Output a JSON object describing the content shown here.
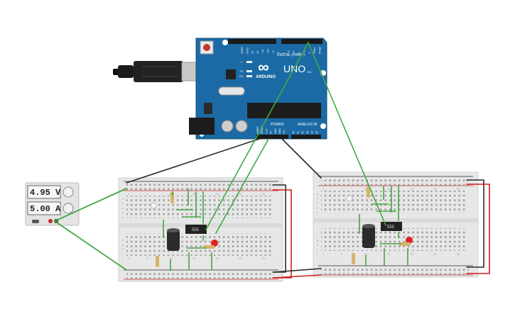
{
  "power_supply": {
    "voltage": "4.95 V",
    "current": "5.00 A"
  },
  "arduino": {
    "brand": "ARDUINO",
    "model": "UNO",
    "digital_header": "DIGITAL (PWM~)",
    "power_header": "POWER",
    "analog_header": "ANALOG IN",
    "on_label": "ON",
    "tx_label": "TX",
    "rx_label": "RX",
    "l_label": "L",
    "infinity": "∞",
    "digital_pins": [
      "AREF",
      "GND",
      "13",
      "12",
      "~11",
      "~10",
      "~9",
      "8",
      "7",
      "~6",
      "~5",
      "4",
      "~3",
      "2",
      "TX▸1",
      "RX◂0"
    ],
    "power_pins": [
      "IOREF",
      "RESET",
      "3.3V",
      "5V",
      "GND",
      "GND",
      "Vin"
    ],
    "analog_pins": [
      "A0",
      "A1",
      "A2",
      "A3",
      "A4",
      "A5"
    ]
  },
  "breadboards": [
    {
      "ic_label": "555",
      "columns": [
        "1",
        "5",
        "10",
        "15",
        "20",
        "25",
        "30"
      ],
      "rows_top": [
        "a",
        "b",
        "c",
        "d",
        "e"
      ],
      "rows_bottom": [
        "f",
        "g",
        "h",
        "i",
        "j"
      ]
    },
    {
      "ic_label": "555",
      "columns": [
        "1",
        "5",
        "10",
        "15",
        "20",
        "25",
        "30"
      ],
      "rows_top": [
        "a",
        "b",
        "c",
        "d",
        "e"
      ],
      "rows_bottom": [
        "f",
        "g",
        "h",
        "i",
        "j"
      ]
    }
  ],
  "colors": {
    "arduino_board": "#1b6aa5",
    "wire_green": "#43a843",
    "wire_black": "#2a2a2a",
    "wire_red": "#d11c1c",
    "led_red": "#e02020",
    "capacitor": "#2b2b2b",
    "breadboard": "#e7e7e7"
  }
}
